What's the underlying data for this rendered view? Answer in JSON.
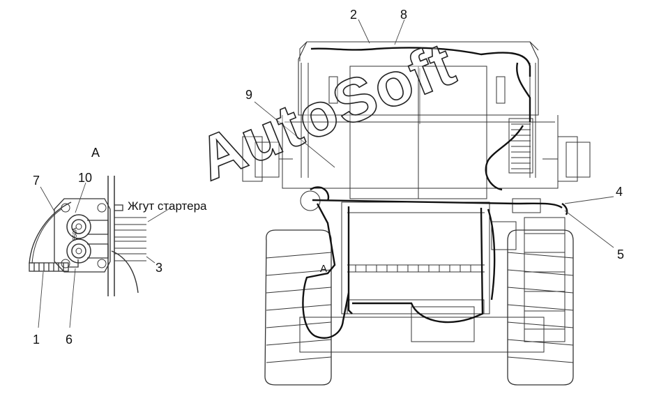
{
  "view_a_title": "А",
  "view_a_marker": "А",
  "harness_label": "Жгут стартера",
  "callouts": {
    "n1": "1",
    "n2": "2",
    "n3": "3",
    "n4": "4",
    "n5": "5",
    "n6": "6",
    "n7": "7",
    "n8": "8",
    "n9": "9",
    "n10": "10"
  },
  "relay_marking": "650A",
  "watermark": "AutoSoft"
}
